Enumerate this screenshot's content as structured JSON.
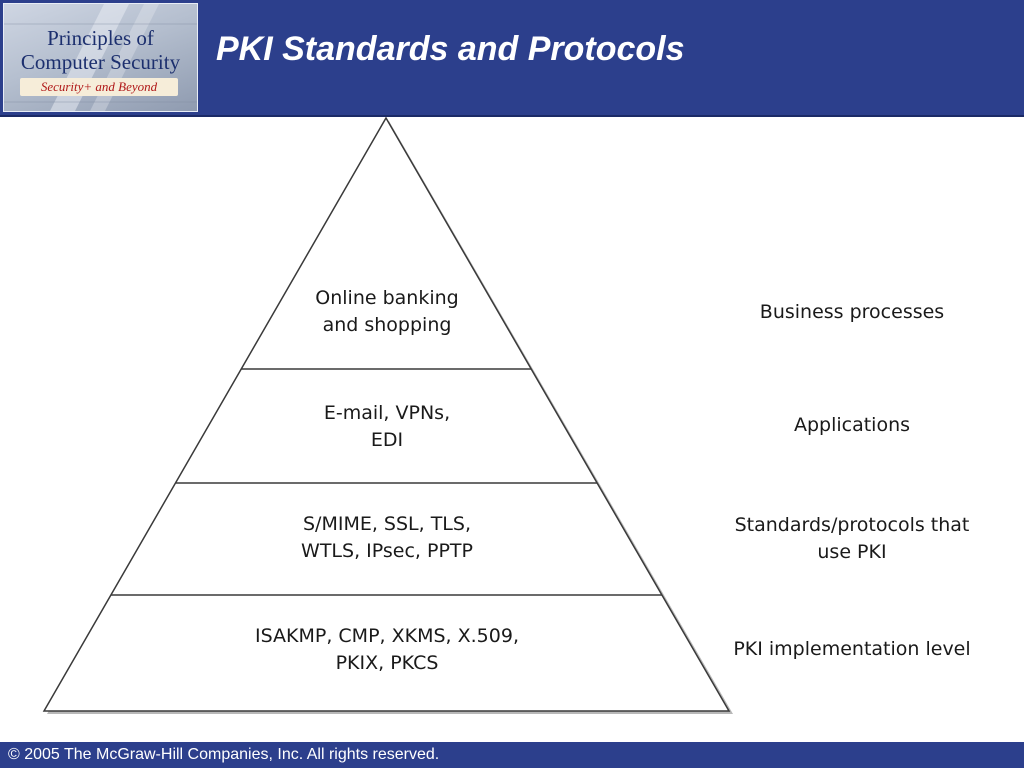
{
  "header": {
    "logo": {
      "line1": "Principles of",
      "line2": "Computer Security",
      "line3": "Security+ and Beyond"
    },
    "title": "PKI Standards and Protocols"
  },
  "pyramid": {
    "tiers": [
      {
        "line1": "Online banking",
        "line2": "and shopping",
        "side1": "Business processes",
        "side2": ""
      },
      {
        "line1": "E-mail, VPNs,",
        "line2": "EDI",
        "side1": "Applications",
        "side2": ""
      },
      {
        "line1": "S/MIME, SSL, TLS,",
        "line2": "WTLS, IPsec, PPTP",
        "side1": "Standards/protocols that",
        "side2": "use PKI"
      },
      {
        "line1": "ISAKMP, CMP, XKMS, X.509,",
        "line2": "PKIX, PKCS",
        "side1": "PKI implementation level",
        "side2": ""
      }
    ]
  },
  "footer": {
    "copyright": "© 2005 The McGraw-Hill Companies, Inc. All rights reserved."
  },
  "colors": {
    "header_bg": "#2c3f8c",
    "title_text": "#ffffff",
    "logo_text": "#1c2f6e",
    "logo_accent": "#b01818"
  }
}
